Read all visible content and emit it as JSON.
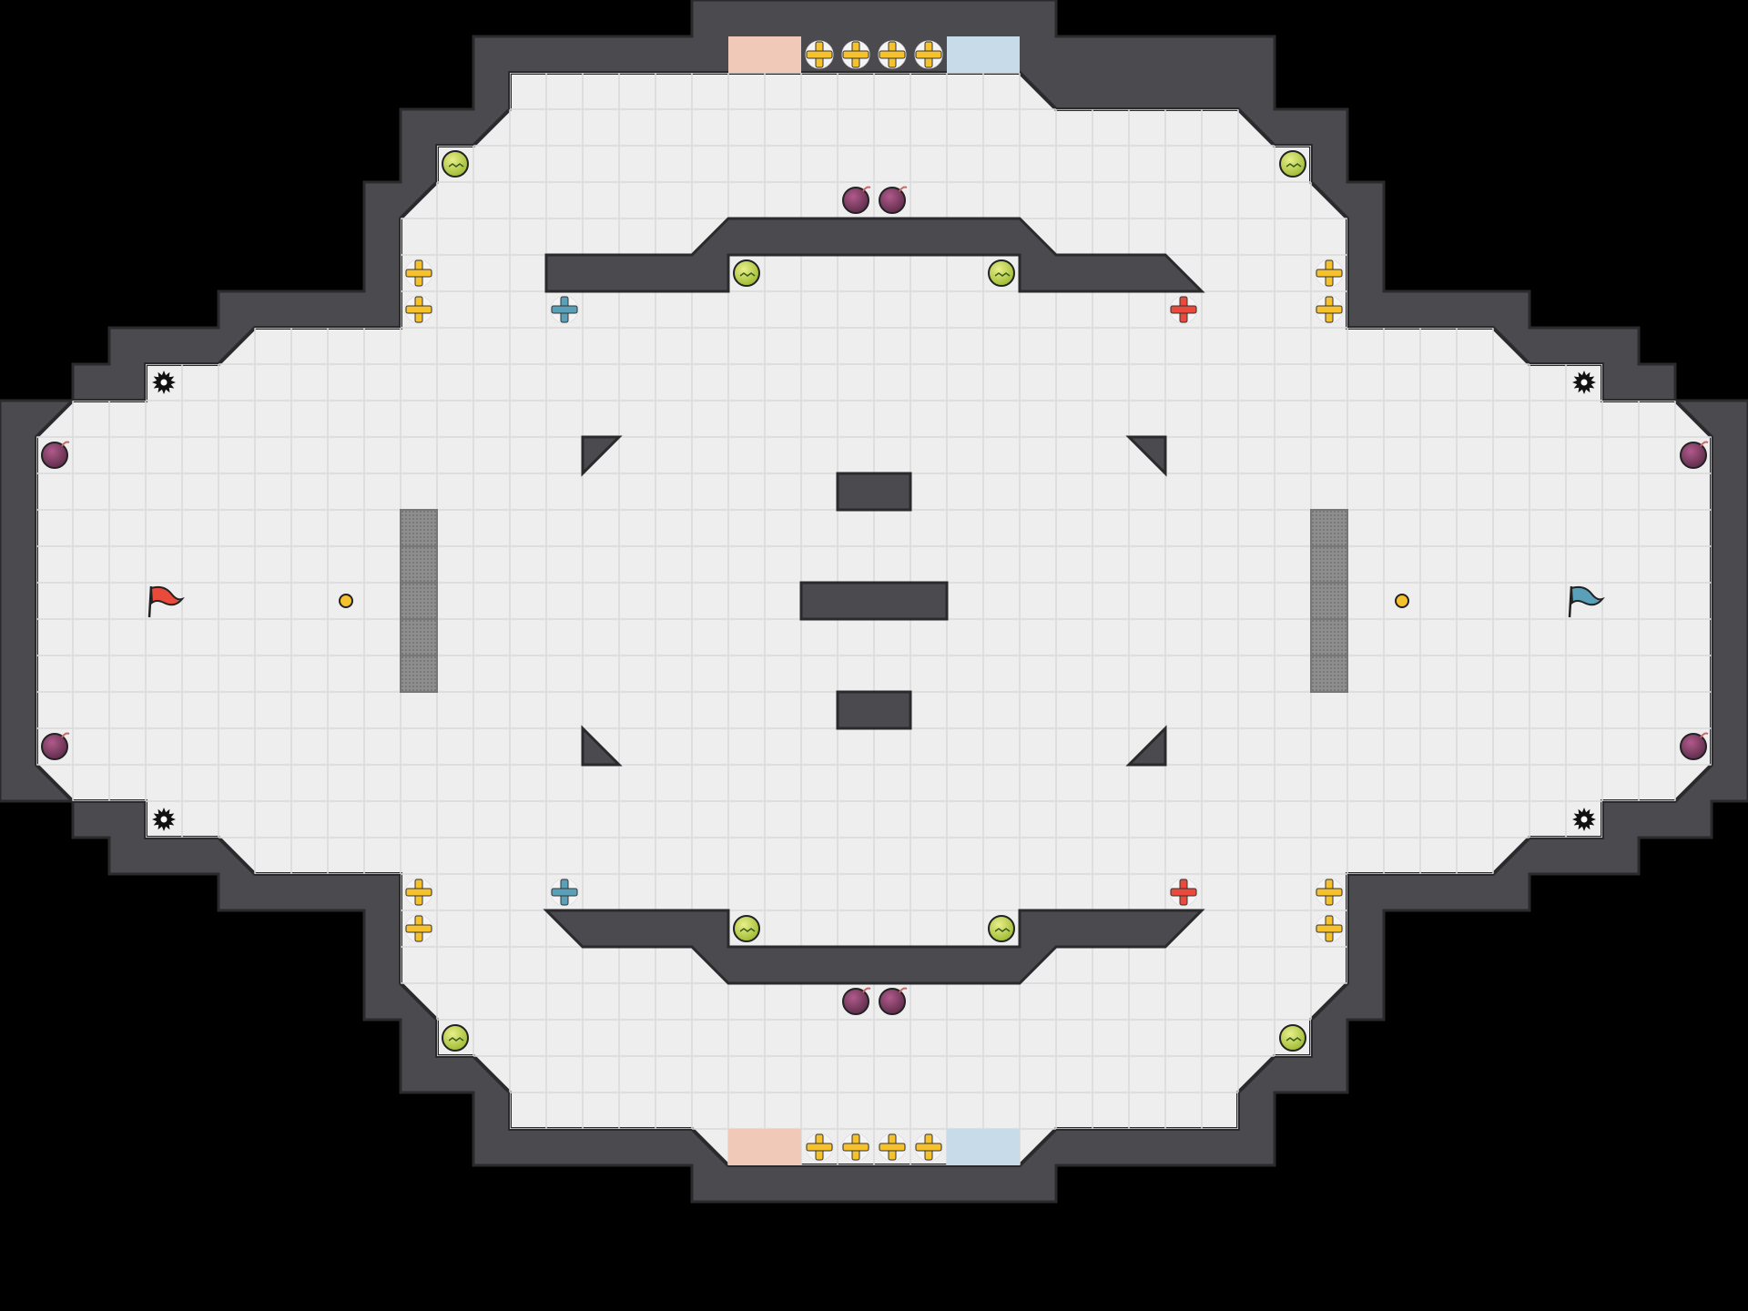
{
  "map": {
    "grid_cols": 48,
    "grid_rows": 33,
    "colors": {
      "background": "#000000",
      "wall": "#4a4a4f",
      "wall_edge": "#2a2a2d",
      "floor": "#eeeeee",
      "floor_line": "#d9d9d9",
      "red_team": "#e84a3c",
      "blue_team": "#5aa0b8",
      "red_endzone": "#f0c9b8",
      "blue_endzone": "#c7dbe8",
      "boost": "#f5c22e",
      "bomb": "#7a3860",
      "button": "#c6d94a",
      "spike": "#111111",
      "gate": "#9a9a9a"
    }
  },
  "objects": {
    "flags": [
      {
        "team": "red",
        "icon": "red-flag-icon"
      },
      {
        "team": "blue",
        "icon": "blue-flag-icon"
      }
    ],
    "boost_count": 16,
    "team_boost_count": 4,
    "bomb_count": 8,
    "button_count": 8,
    "spike_count": 4,
    "gate_tile_count": 10,
    "marker_count": 2
  }
}
